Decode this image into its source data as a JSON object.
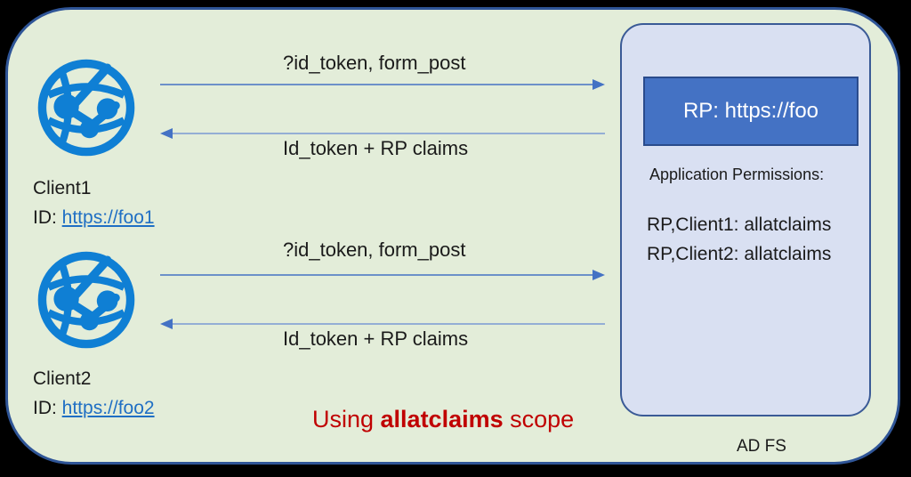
{
  "diagram": {
    "title_caption": {
      "prefix": "Using ",
      "emphasis": "allatclaims",
      "suffix": " scope"
    },
    "colors": {
      "background": "#000000",
      "outer_panel_fill": "#e3edd9",
      "outer_panel_border": "#2f5597",
      "adfs_panel_fill": "#d9e0f2",
      "adfs_panel_border": "#3a5a96",
      "rp_box_fill": "#4472c4",
      "rp_box_border": "#2a4b8c",
      "client_icon": "#0f7fd4",
      "arrow": "#4472c4",
      "link": "#1f6fc4",
      "caption_red": "#c00000",
      "text": "#1a1a1a"
    },
    "adfs": {
      "label": "AD FS",
      "rp_box_label": "RP: https://foo",
      "permissions_title": "Application Permissions:",
      "permissions": [
        "RP,Client1: allatclaims",
        "RP,Client2: allatclaims"
      ]
    },
    "clients": [
      {
        "name": "Client1",
        "id_prefix": "ID: ",
        "id_url": "https://foo1",
        "icon": "network-globe-icon"
      },
      {
        "name": "Client2",
        "id_prefix": "ID: ",
        "id_url": "https://foo2",
        "icon": "network-globe-icon"
      }
    ],
    "flows": [
      {
        "label": "?id_token, form_post",
        "direction": "right"
      },
      {
        "label": "Id_token + RP claims",
        "direction": "left"
      },
      {
        "label": "?id_token, form_post",
        "direction": "right"
      },
      {
        "label": "Id_token + RP claims",
        "direction": "left"
      }
    ]
  }
}
